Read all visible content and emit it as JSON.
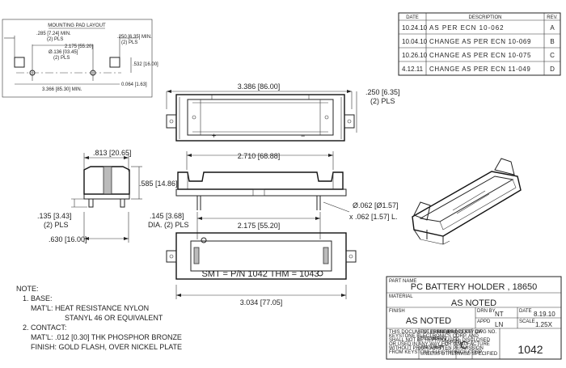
{
  "pad_layout": {
    "title": "MOUNTING PAD LAYOUT",
    "dim_left_1": ".285 [7.24] MIN.",
    "dim_left_2": "(2) PLS",
    "dim_top_center": "2.175 [55.20]",
    "dim_hole_1": "Ø.136 [03.45]",
    "dim_hole_2": "(2) PLS",
    "dim_right_1": ".250 [6.35] MIN.",
    "dim_right_2": "(2) PLS",
    "dim_right_side": ".532 [16.00]",
    "dim_bottom": "3.366 [85.30] MIN.",
    "dim_small": "0.064 [1.63]"
  },
  "revisions": {
    "headers": [
      "DATE",
      "DESCRIPTION",
      "REV."
    ],
    "rows": [
      {
        "date": "10.24.10",
        "desc": "AS PER ECN 10-062",
        "rev": "A"
      },
      {
        "date": "10.04.10",
        "desc": "CHANGE AS PER ECN 10-069",
        "rev": "B"
      },
      {
        "date": "10.26.10",
        "desc": "CHANGE AS PER ECN 10-075",
        "rev": "C"
      },
      {
        "date": "4.12.11",
        "desc": "CHANGE AS PER ECN 11-049",
        "rev": "D"
      }
    ]
  },
  "top_view": {
    "dim_length": "3.386 [86.00]",
    "dim_tab_1": ".250 [6.35]",
    "dim_tab_2": "(2) PLS",
    "plus": "+",
    "minus": "−"
  },
  "front_view": {
    "dim_length": "2.710 [68.88]",
    "dim_pin_1": "Ø.062 [Ø1.57]",
    "dim_pin_2": "x .062 [1.57] L."
  },
  "side_view": {
    "dim_width": ".813 [20.65]",
    "dim_height": ".585 [14.86]",
    "dim_pin_1": ".135 [3.43]",
    "dim_pin_2": "(2) PLS",
    "dim_base": ".630 [16.00]"
  },
  "bottom_view": {
    "dim_dia_1": ".145 [3.68]",
    "dim_dia_2": "DIA. (2) PLS",
    "dim_center": "2.175 [55.20]",
    "marking": "SMT = P/N 1042  THM = 1043",
    "dim_overall": "3.034 [77.05]"
  },
  "notes": {
    "title": "NOTE:",
    "n1": "1. BASE:",
    "n1a": "MAT'L: HEAT RESISTANCE NYLON",
    "n1b": "STANYL 46 OR EQUIVALENT",
    "n2": "2. CONTACT:",
    "n2a": "MAT'L: .012 [0.30] THK PHOSPHOR BRONZE",
    "n2b": "FINISH: GOLD FLASH, OVER NICKEL PLATE"
  },
  "title_block": {
    "part_name_label": "PART NAME",
    "part_name": "PC BATTERY HOLDER , 18650",
    "material_label": "MATERIAL",
    "material": "AS NOTED",
    "finish_label": "FINISH",
    "finish": "AS NOTED",
    "drn_label": "DRN BY",
    "drn": "NT",
    "date_label": "DATE",
    "date": "8.19.10",
    "appd_label": "APPD",
    "appd": "LN",
    "scale_label": "SCALE",
    "scale": "1.25X",
    "tol_label": "TOLERANCES",
    "inch_label": "INCH",
    "mm_label": "(MM)",
    "decimal_label": "DECIMAL",
    "decimal_inch": "± .010",
    "decimal_mm": "[± 0.25]",
    "angular_label": "ANGULAR",
    "angular": "± 1°",
    "unless": "UNLESS OTHERWISE SPECIFIED",
    "code_label": "CODE",
    "code": "C",
    "dwg_label": "DWG NO.",
    "dwg": "1042",
    "disclaimer_1": "THIS DOCUMENT IS THE PROPERTY OF",
    "disclaimer_2": "KEYSTONE ELECTRONICS CORP. AND",
    "disclaimer_3": "SHALL NOT BE REPRODUCED, DISCLOSED",
    "disclaimer_4": "OR USED IN ANY WAY FOR MANUFACTURE",
    "disclaimer_5": "WITHOUT PRIOR WRITTEN PERMISSION",
    "disclaimer_6": "FROM KEYSTONE ELECTRONICS CORP."
  }
}
